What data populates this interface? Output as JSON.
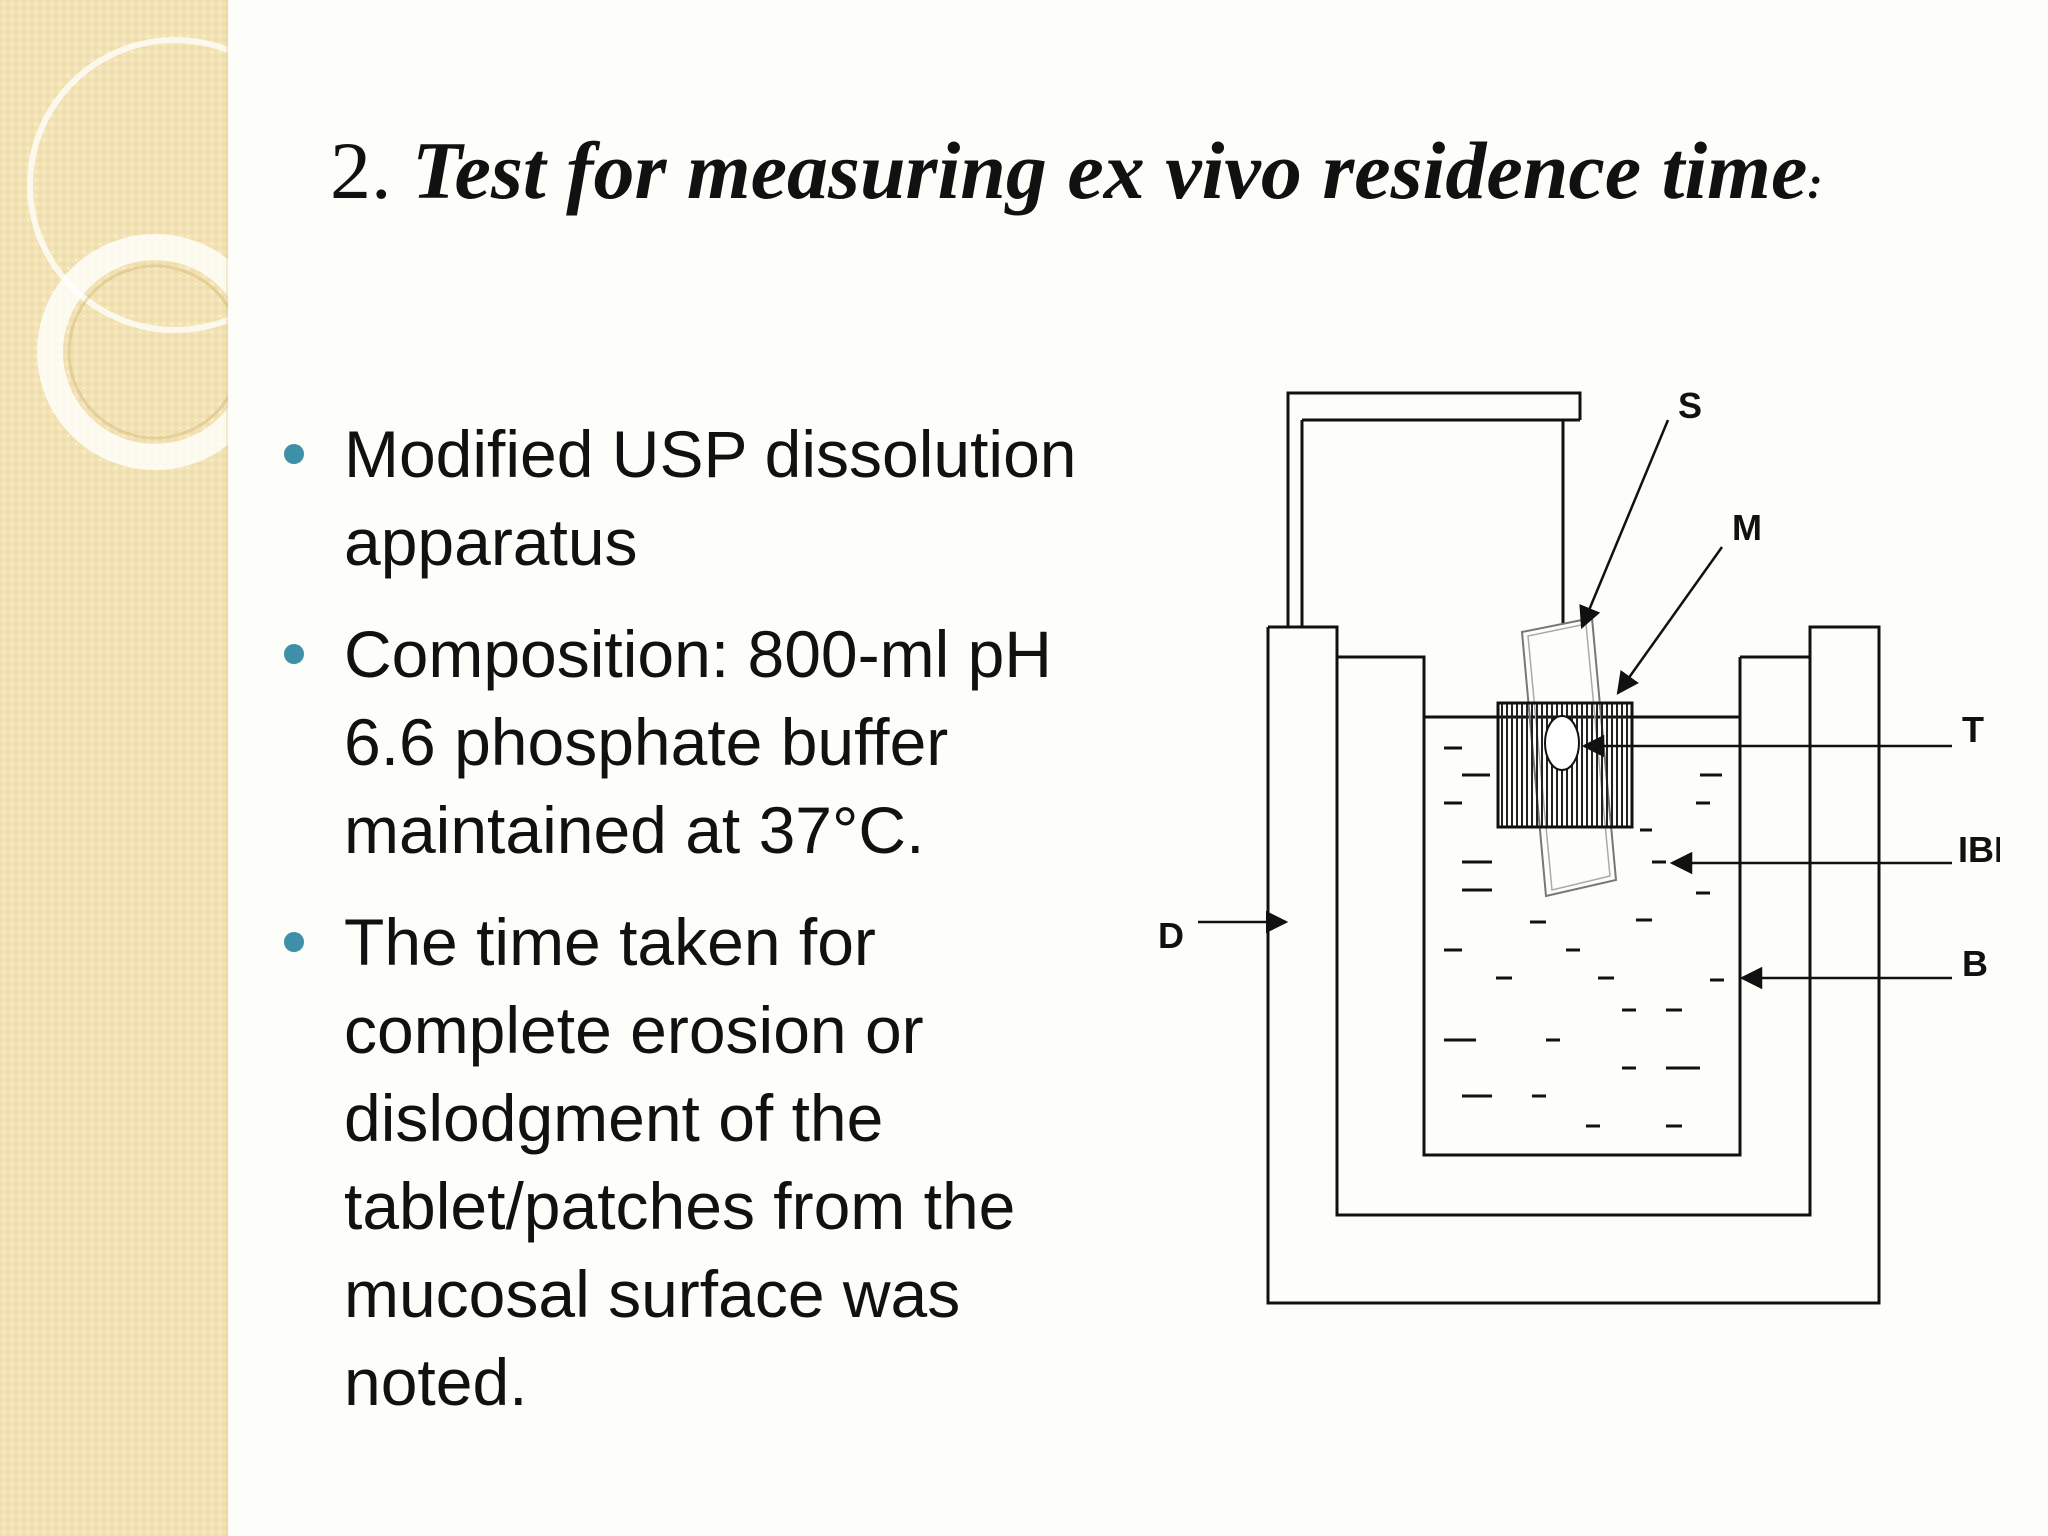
{
  "slide": {
    "title_number": "2.",
    "title_text": "Test for measuring ex vivo residence time",
    "title_colon": ":",
    "bullets": [
      "Modified USP dissolution apparatus",
      "Composition: 800-ml pH 6.6 phosphate buffer maintained at 37°C.",
      "The time taken for complete erosion or dislodgment of the tablet/patches from the mucosal surface was noted."
    ]
  },
  "diagram": {
    "labels": {
      "S": "S",
      "M": "M",
      "T": "T",
      "IBP": "IBP",
      "B": "B",
      "D": "D"
    }
  },
  "colors": {
    "bullet": "#3e8fa8",
    "side_panel": "#f3e3b4",
    "background": "#fdfdf9"
  }
}
